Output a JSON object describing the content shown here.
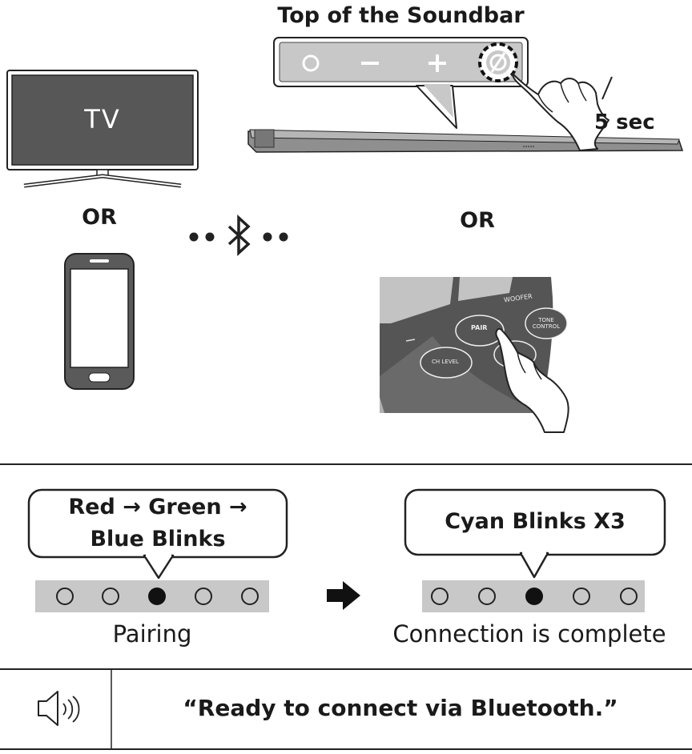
{
  "top": {
    "soundbar_heading": "Top of the Soundbar",
    "tv_label": "TV",
    "or_left": "OR",
    "or_right": "OR",
    "hold_duration": "5 sec"
  },
  "remote": {
    "pair_button": "PAIR",
    "woofer_label": "WOOFER",
    "tone_button": "TONE CONTROL",
    "ch_level_button": "CH LEVEL"
  },
  "status": {
    "left_bubble_line1": "Red → Green →",
    "left_bubble_line2": "Blue Blinks",
    "left_caption": "Pairing",
    "right_bubble": "Cyan Blinks X3",
    "right_caption": "Connection is complete"
  },
  "voice": {
    "message": "“Ready to connect via Bluetooth.”",
    "icon": "speaker-icon"
  },
  "colors": {
    "panel_gray": "#c8c8c8",
    "dark_gray": "#555555",
    "soundbar_gray": "#9a9a9a"
  }
}
